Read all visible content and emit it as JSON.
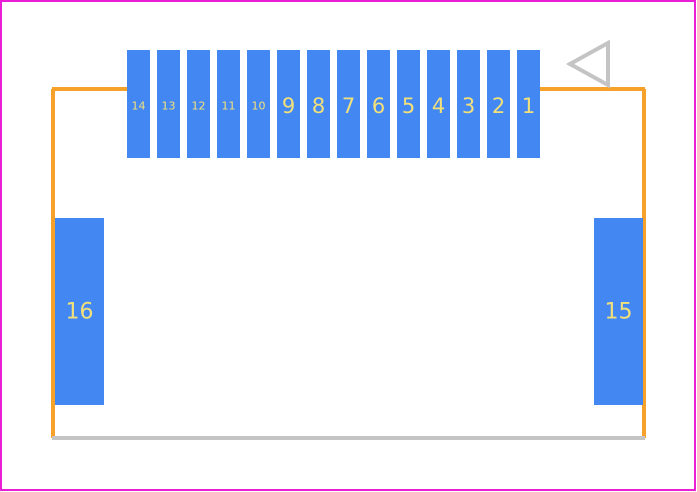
{
  "colors": {
    "border": "#e91ed6",
    "body_outline": "#f5a12a",
    "bottom_edge": "#c4c4c4",
    "pad": "#4388f2",
    "pad_label": "#f2e07a",
    "pin1_marker": "#c4c4c4"
  },
  "pads": {
    "signal": [
      "14",
      "13",
      "12",
      "11",
      "10",
      "9",
      "8",
      "7",
      "6",
      "5",
      "4",
      "3",
      "2",
      "1"
    ],
    "mount_left": "16",
    "mount_right": "15"
  },
  "icons": {
    "pin1_marker": "triangle-left-icon"
  }
}
